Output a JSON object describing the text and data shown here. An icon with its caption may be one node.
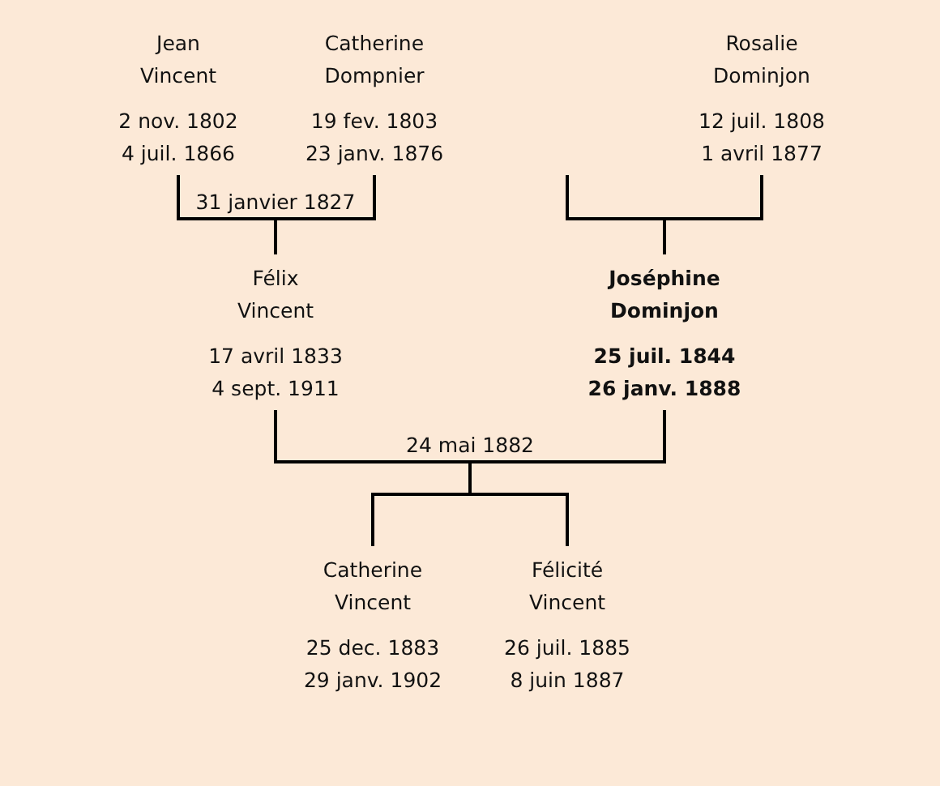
{
  "diagram": {
    "nodes": [
      {
        "text": [
          "Jean Vincent",
          "2 nov. 1802",
          "4 juil. 1866"
        ]
      },
      {
        "text": [
          "Catherine Dompnier",
          "19 fev. 1803",
          "23 janv. 1876"
        ]
      },
      {
        "text": [
          "Rosalie Dominjon",
          "12 juil. 1808",
          "1 avril 1877"
        ]
      },
      {
        "text": [
          "Félix Vincent",
          "17 avril 1833",
          "4 sept. 1911"
        ]
      },
      {
        "text": [
          "Joséphine Dominjon",
          "25 juil. 1844",
          "26 janv. 1888"
        ]
      },
      {
        "text": [
          "Catherine Vincent",
          "25 dec. 1883",
          "29 janv. 1902"
        ]
      },
      {
        "text": [
          "Félicité Vincent",
          "26 juil. 1885",
          "8 juin 1887"
        ]
      }
    ],
    "edges": [
      {
        "from": 0,
        "to": 3,
        "arrow": "none"
      },
      {
        "from": 1,
        "to": 3,
        "arrow": "none"
      },
      {
        "from": null,
        "to": 4,
        "arrow": "none"
      },
      {
        "from": 2,
        "to": 4,
        "arrow": "none"
      },
      {
        "from": 3,
        "to": 5,
        "arrow": "none"
      },
      {
        "from": 4,
        "to": 5,
        "arrow": "none"
      },
      {
        "from": 3,
        "to": 6,
        "arrow": "none"
      },
      {
        "from": 4,
        "to": 6,
        "arrow": "none"
      }
    ],
    "labels": [
      "31 janvier 1827",
      "24 mai 1882"
    ]
  }
}
